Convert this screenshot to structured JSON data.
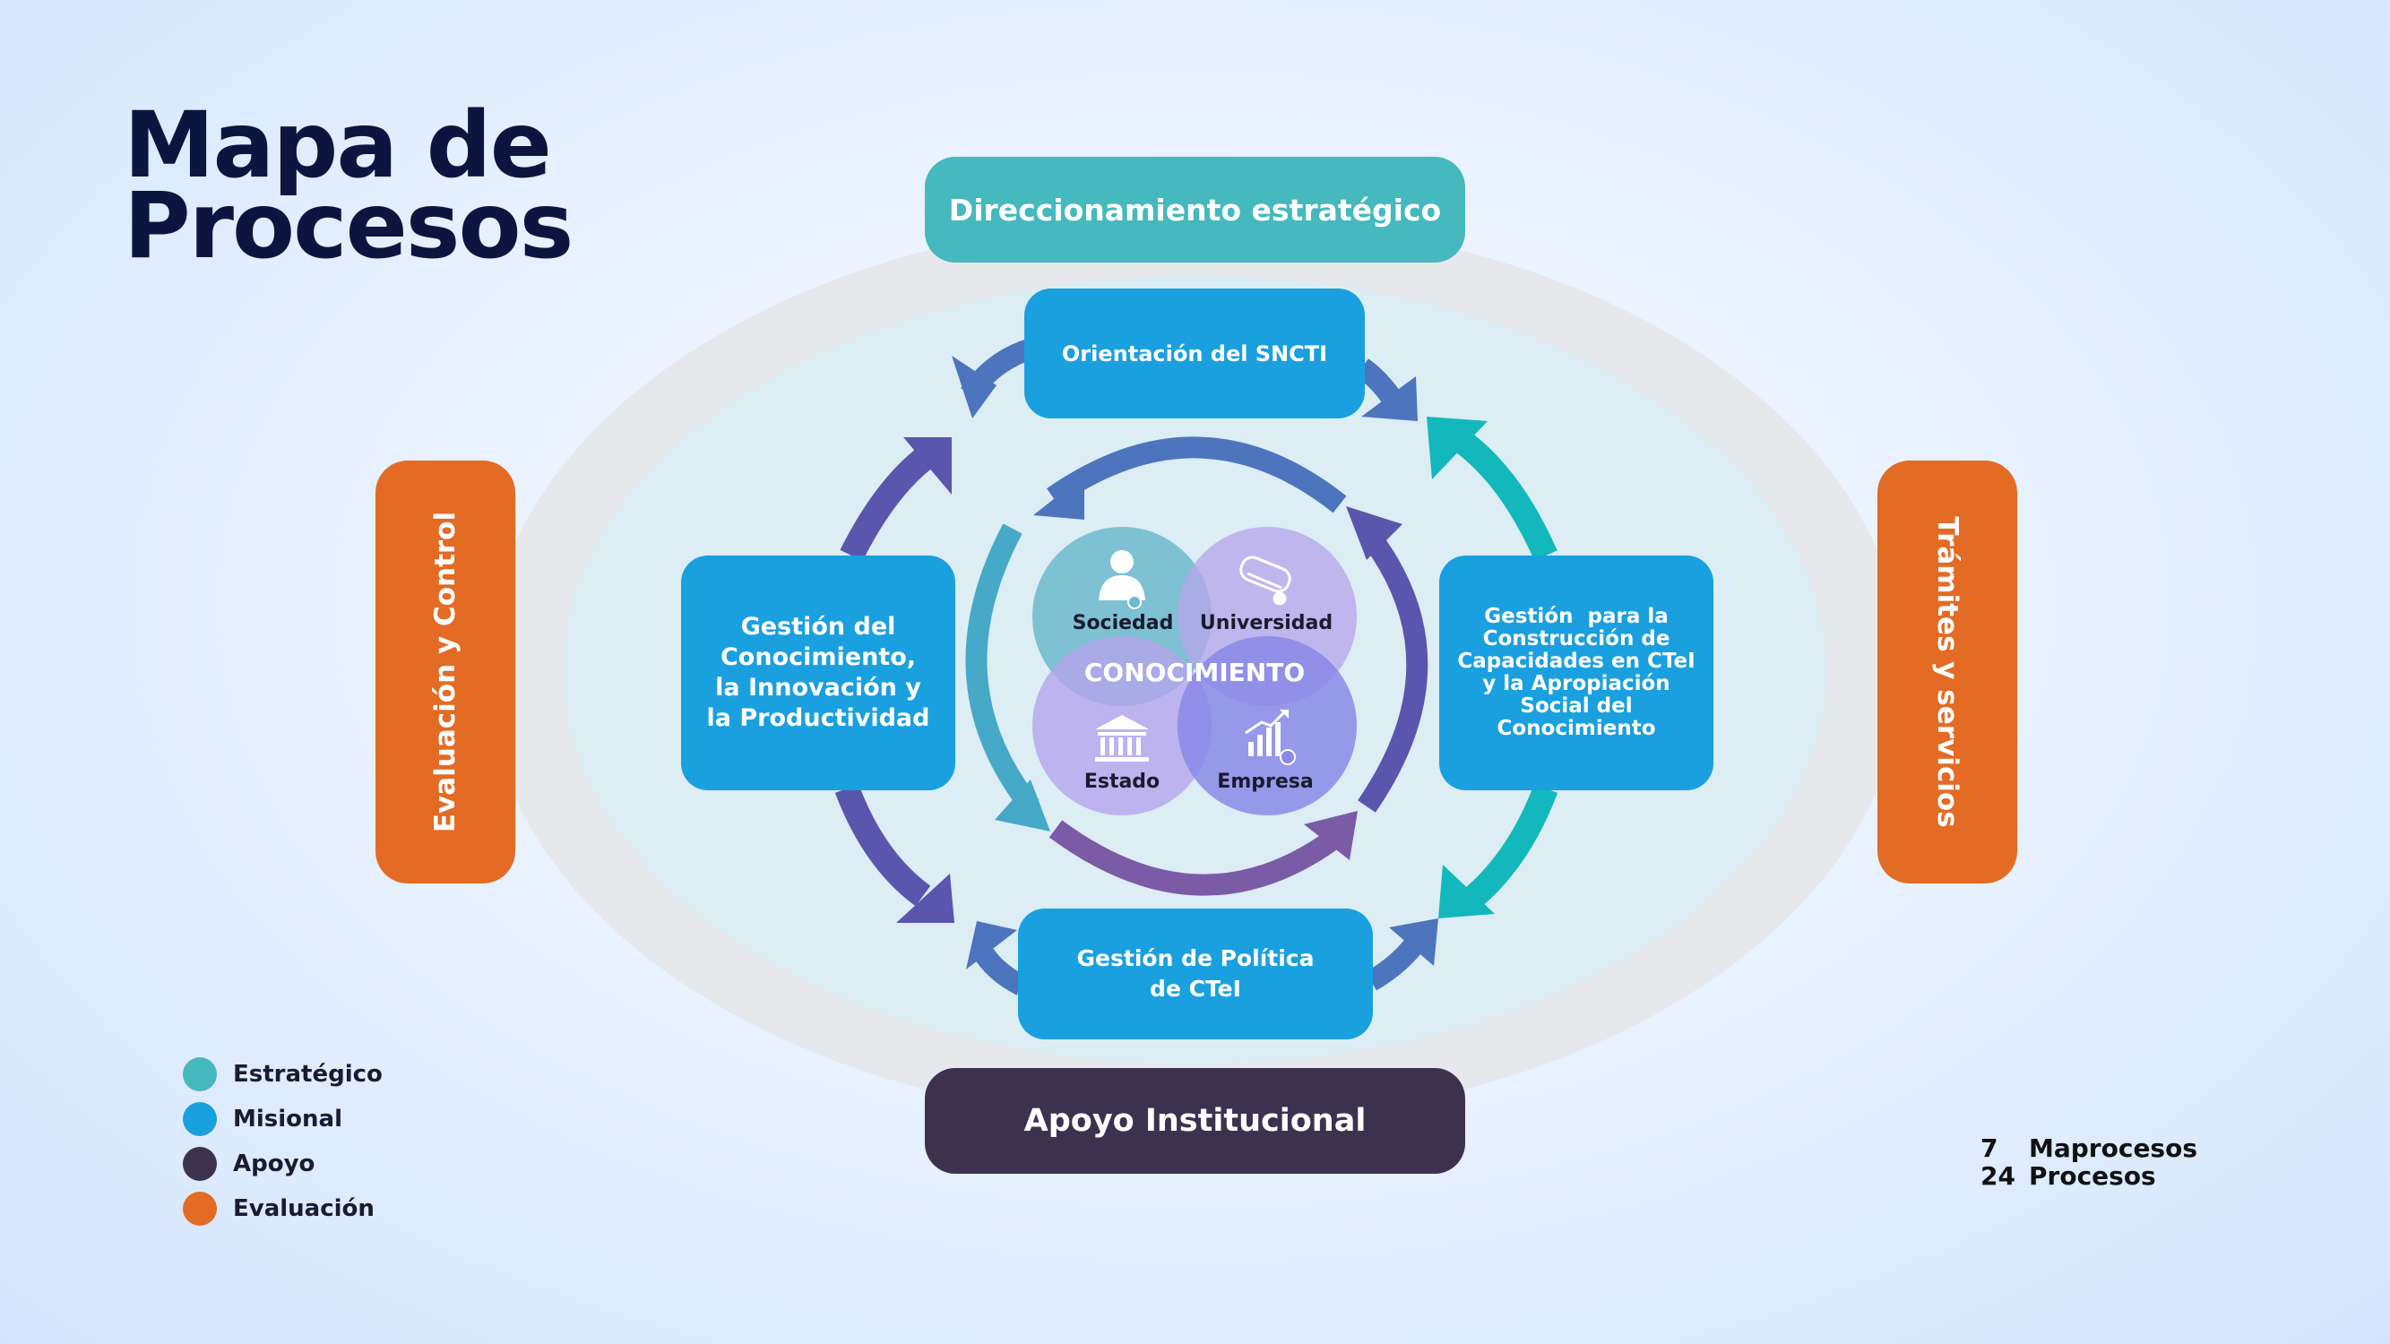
{
  "title": {
    "line1": "Mapa de",
    "line2": "Procesos"
  },
  "colors": {
    "estrategico": "#45b9bd",
    "misional": "#1aa0df",
    "apoyo": "#3d3150",
    "evaluacion": "#e36b24",
    "title": "#0b1540"
  },
  "boxes": {
    "strategic": "Direccionamiento estratégico",
    "support": "Apoyo Institucional",
    "evaluation": "Evaluación y Control",
    "services": "Trámites y servicios",
    "orientation": "Orientación del SNCTI",
    "knowledge_lines": [
      "Gestión del",
      "Conocimiento,",
      "la Innovación y",
      "la Productividad"
    ],
    "capacities_lines": [
      "Gestión  para la",
      "Construcción de",
      "Capacidades en CTeI",
      "y la Apropiación",
      "Social del",
      "Conocimiento"
    ],
    "policy_lines": [
      "Gestión de Política",
      "de CTeI"
    ]
  },
  "center": {
    "core": "CONOCIMIENTO",
    "circles": [
      {
        "label": "Sociedad",
        "icon": "person-icon"
      },
      {
        "label": "Universidad",
        "icon": "diploma-icon"
      },
      {
        "label": "Estado",
        "icon": "government-building-icon"
      },
      {
        "label": "Empresa",
        "icon": "growth-chart-icon"
      }
    ]
  },
  "legend": [
    {
      "label": "Estratégico",
      "color": "#45b9bd"
    },
    {
      "label": "Misional",
      "color": "#1aa0df"
    },
    {
      "label": "Apoyo",
      "color": "#3d3150"
    },
    {
      "label": "Evaluación",
      "color": "#e36b24"
    }
  ],
  "counts": [
    {
      "number": "7",
      "label": "Maprocesos"
    },
    {
      "number": "24",
      "label": "Procesos"
    }
  ]
}
